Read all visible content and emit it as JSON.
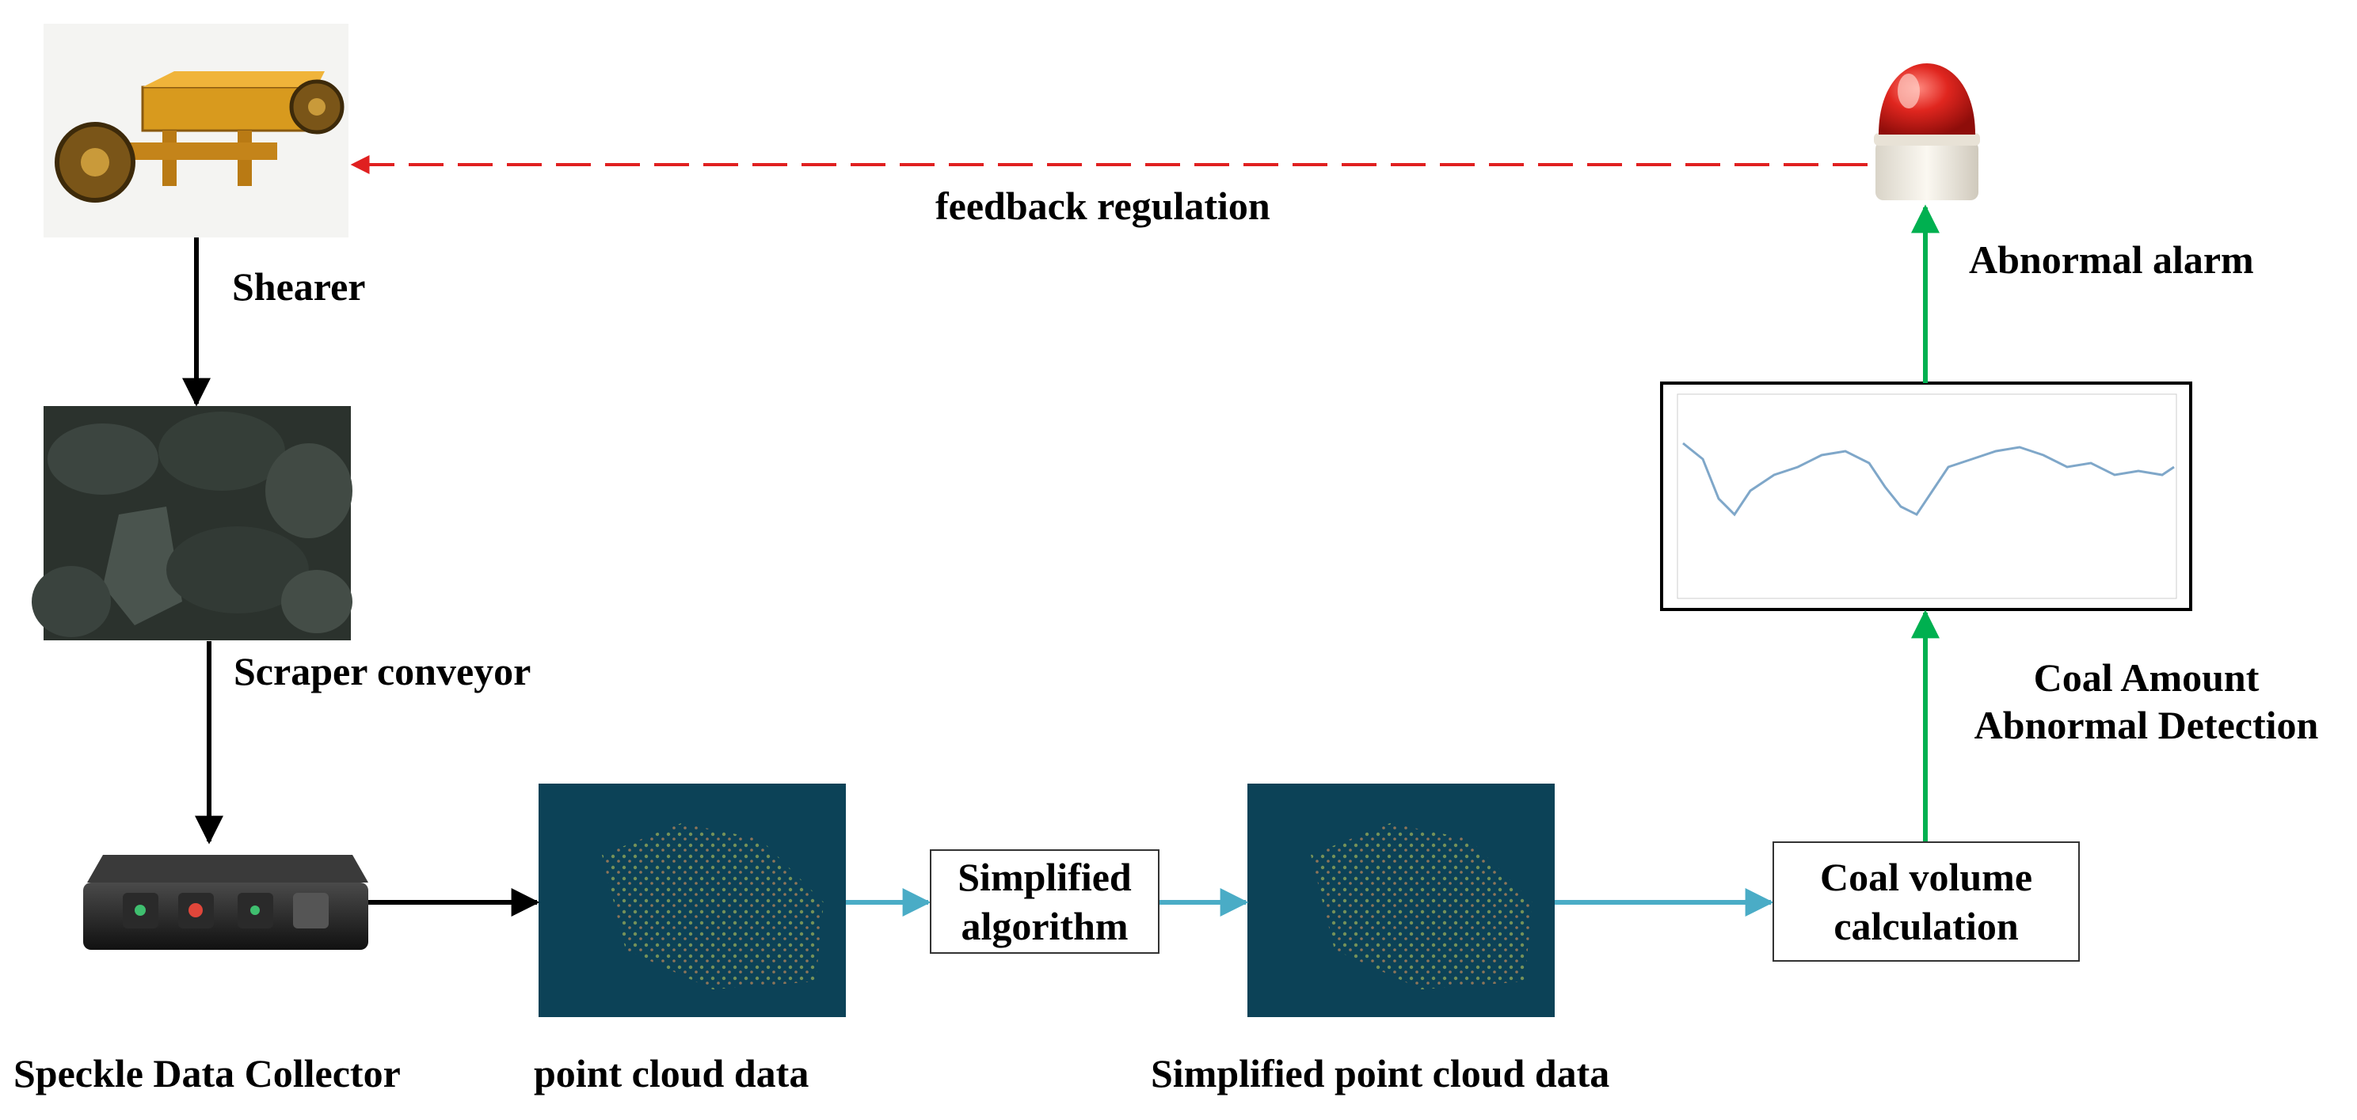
{
  "labels": {
    "shearer": "Shearer",
    "scraper_conveyor": "Scraper conveyor",
    "speckle_collector": "Speckle Data Collector",
    "point_cloud": "point cloud data",
    "simplified_point_cloud": "Simplified point cloud data",
    "feedback": "feedback regulation",
    "abnormal_alarm": "Abnormal alarm",
    "detection_line1": "Coal Amount",
    "detection_line2": "Abnormal Detection"
  },
  "boxes": {
    "simplified_algorithm": [
      "Simplified",
      "algorithm"
    ],
    "coal_volume": [
      "Coal volume",
      "calculation"
    ]
  },
  "colors": {
    "black_arrow": "#000000",
    "cyan_arrow": "#4aacc6",
    "green_arrow": "#00b050",
    "feedback_arrow": "#e02020",
    "pointcloud_bg": "#0c4257",
    "coal": "#2b322d"
  },
  "icons": {
    "shearer": "shearer-machine-image",
    "coal": "coal-pile-image",
    "collector": "speckle-camera-device-image",
    "alarm": "red-alarm-light-image",
    "point_cloud": "point-cloud-image",
    "chart": "time-series-chart-thumbnail"
  }
}
